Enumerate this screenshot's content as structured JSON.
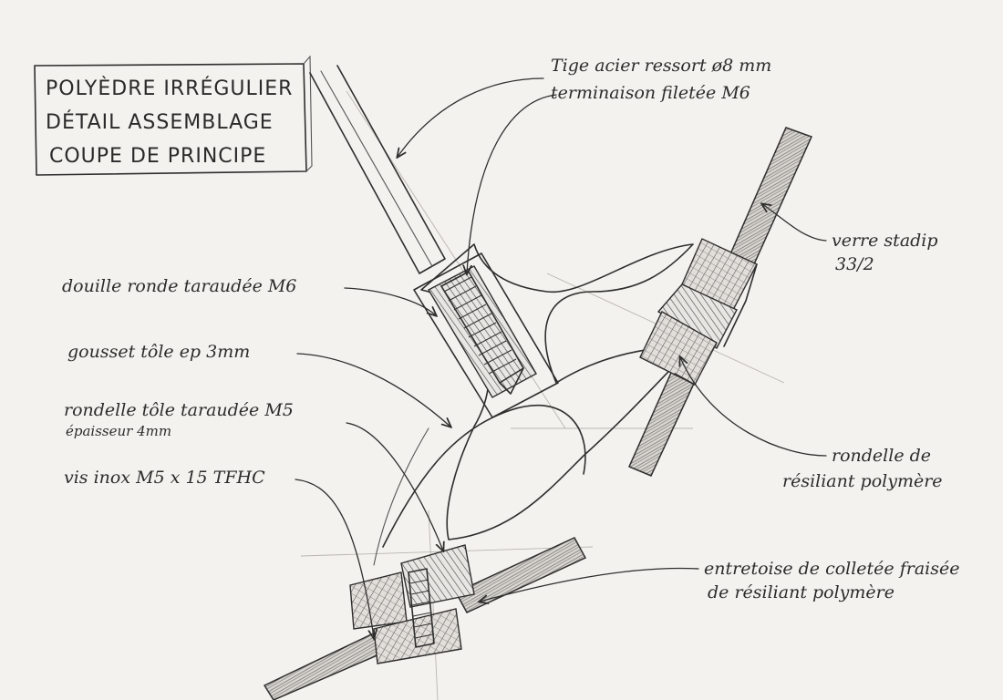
{
  "title_block": {
    "line1": "POLYÈDRE IRRÉGULIER",
    "line2": "DÉTAIL ASSEMBLAGE",
    "line3": "COUPE DE PRINCIPE"
  },
  "labels": {
    "rod_line1": "Tige acier ressort ø8 mm",
    "rod_line2": "terminaison filetée M6",
    "glass_line1": "verre stadip",
    "glass_line2": "33/2",
    "socket": "douille ronde taraudée M6",
    "gusset": "gousset tôle ep 3mm",
    "washer_line1": "rondelle tôle taraudée M5",
    "washer_line2": "épaisseur 4mm",
    "screw": "vis inox M5 x 15 TFHC",
    "resilient_washer_line1": "rondelle de",
    "resilient_washer_line2": "résiliant polymère",
    "spacer_line1": "entretoise de colletée fraisée",
    "spacer_line2": "de résiliant polymère"
  }
}
